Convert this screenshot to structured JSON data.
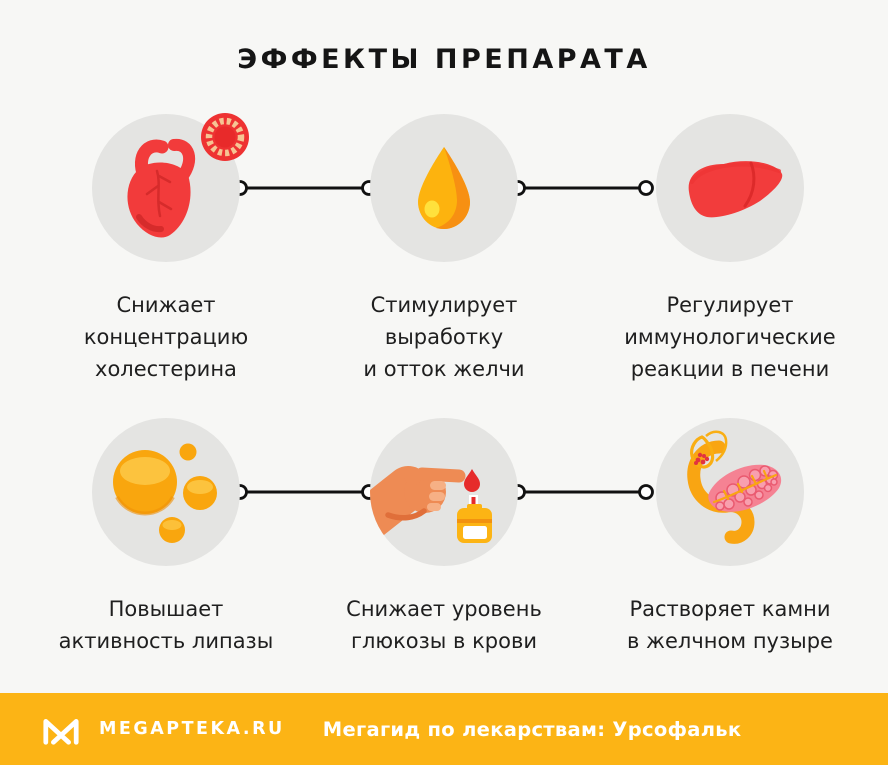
{
  "title": "ЭФФЕКТЫ ПРЕПАРАТА",
  "effects": [
    {
      "name": "cholesterol",
      "icon": "heart-icon",
      "caption": "Снижает\nконцентрацию\nхолестерина"
    },
    {
      "name": "bile",
      "icon": "bile-drop-icon",
      "caption": "Стимулирует\nвыработку\nи отток желчи"
    },
    {
      "name": "immune",
      "icon": "liver-icon",
      "caption": "Регулирует\nиммунологические\nреакции в печени"
    },
    {
      "name": "lipase",
      "icon": "fat-droplets-icon",
      "caption": "Повышает\nактивность липазы"
    },
    {
      "name": "glucose",
      "icon": "blood-glucose-test-icon",
      "caption": "Снижает уровень\nглюкозы в крови"
    },
    {
      "name": "gallstones",
      "icon": "pancreas-gallbladder-icon",
      "caption": "Растворяет камни\nв желчном пузыре"
    }
  ],
  "footer": {
    "brand": "MEGAPTEKA.RU",
    "tagline": "Мегагид по лекарствам: Урсофальк"
  },
  "colors": {
    "background": "#f7f7f5",
    "circle": "#e4e4e2",
    "accent-yellow": "#fcb415",
    "heart-red": "#f23b3b",
    "drop-orange": "#fdb30e",
    "text": "#1f1f1f",
    "connector": "#111111",
    "footer-text": "#ffffff"
  }
}
